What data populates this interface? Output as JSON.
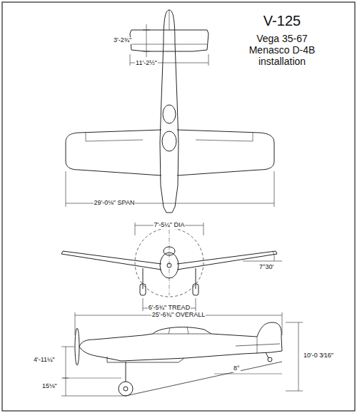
{
  "diagram": {
    "title": "V-125",
    "labels": [
      "Vega 35-67 Menasco D-4B installation",
      "3'-2¾\"",
      "11'-2½\"",
      "29'-0⅛\" SPAN",
      "7'-5¼\" DIA",
      "7°30'",
      "6'-5¾\" TREAD",
      "25'-6¾\" OVERALL",
      "4'-11¼\"",
      "15⅛\"",
      "10'-0 3⁄16\"",
      "8°"
    ]
  }
}
